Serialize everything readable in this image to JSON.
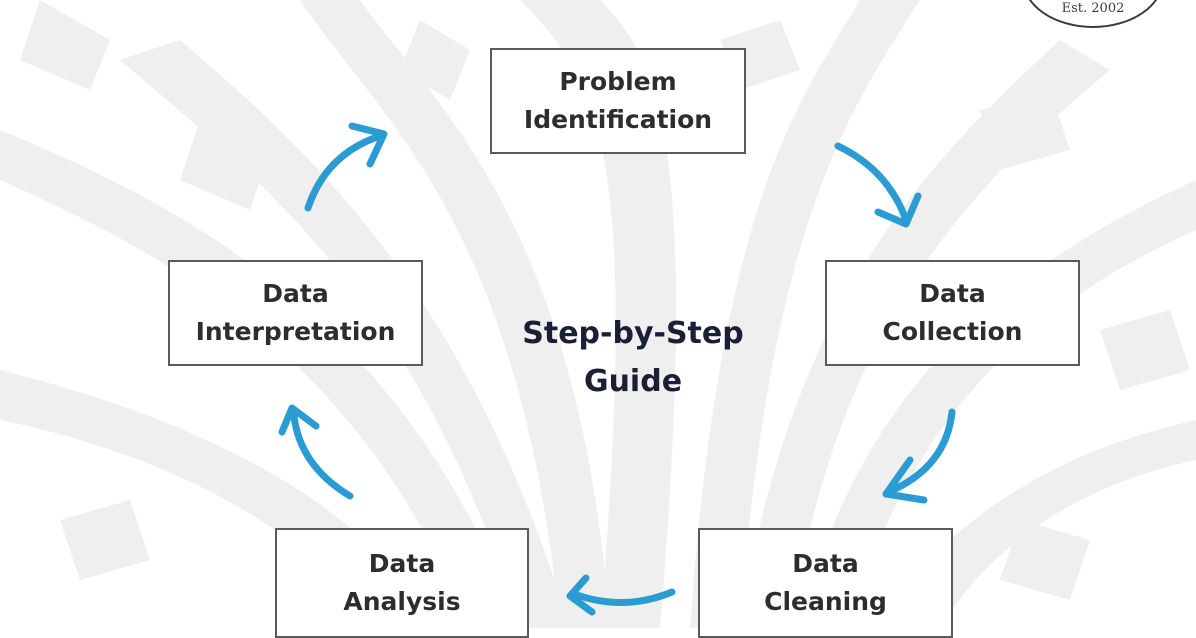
{
  "title_lines": [
    "Step-by-Step",
    "Guide"
  ],
  "steps": [
    {
      "lines": [
        "Problem",
        "Identification"
      ]
    },
    {
      "lines": [
        "Data",
        "Collection"
      ]
    },
    {
      "lines": [
        "Data",
        "Cleaning"
      ]
    },
    {
      "lines": [
        "Data",
        "Analysis"
      ]
    },
    {
      "lines": [
        "Data",
        "Interpretation"
      ]
    }
  ],
  "seal": {
    "text": "Est. 2002"
  },
  "colors": {
    "arrow": "#2b9bd4",
    "box_border": "#5a5a5a",
    "text": "#2d2d2d",
    "title": "#1a1f36",
    "watermark": "#efefef"
  }
}
